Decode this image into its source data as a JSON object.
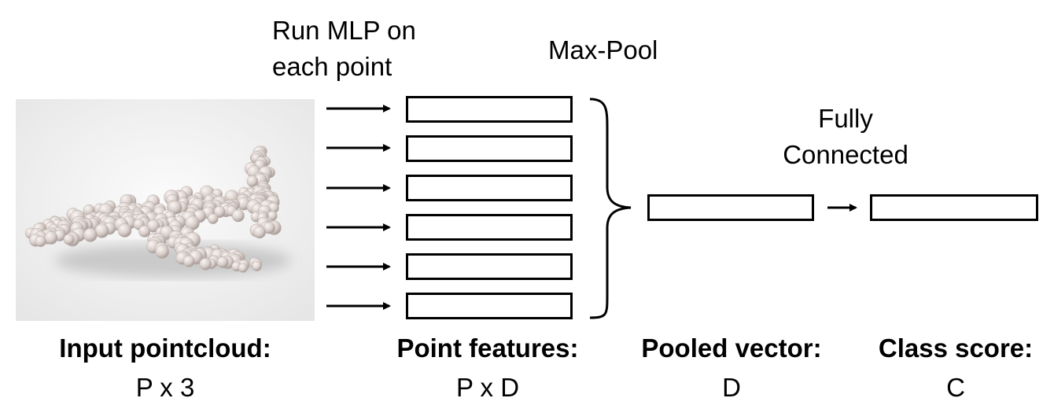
{
  "labels": {
    "mlp_line1": "Run MLP on",
    "mlp_line2": "each point",
    "maxpool": "Max-Pool",
    "fc_line1": "Fully",
    "fc_line2": "Connected"
  },
  "captions": {
    "input_title": "Input pointcloud:",
    "input_dim": "P x 3",
    "features_title": "Point features:",
    "features_dim": "P x D",
    "pooled_title": "Pooled vector:",
    "pooled_dim": "D",
    "class_title": "Class score:",
    "class_dim": "C"
  },
  "diagram": {
    "point_feature_rows": 6,
    "input_image": "airplane-pointcloud",
    "brace": "right-curly-brace",
    "arrow": "right-arrow"
  }
}
